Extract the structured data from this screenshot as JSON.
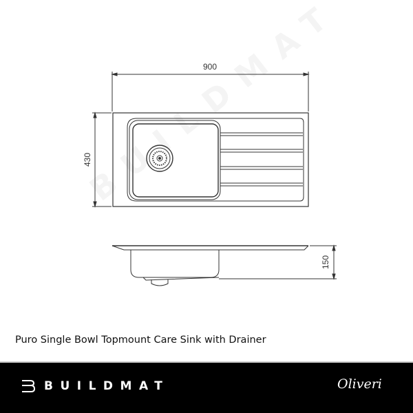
{
  "drawing": {
    "width_dimension": "900",
    "depth_dimension": "430",
    "height_dimension": "150",
    "watermark": "BUILDMAT"
  },
  "caption": "Puro Single Bowl Topmount Care Sink with Drainer",
  "footer": {
    "brand": "BUILDMAT",
    "partner_logo": "Oliveri",
    "background": "#000000"
  }
}
